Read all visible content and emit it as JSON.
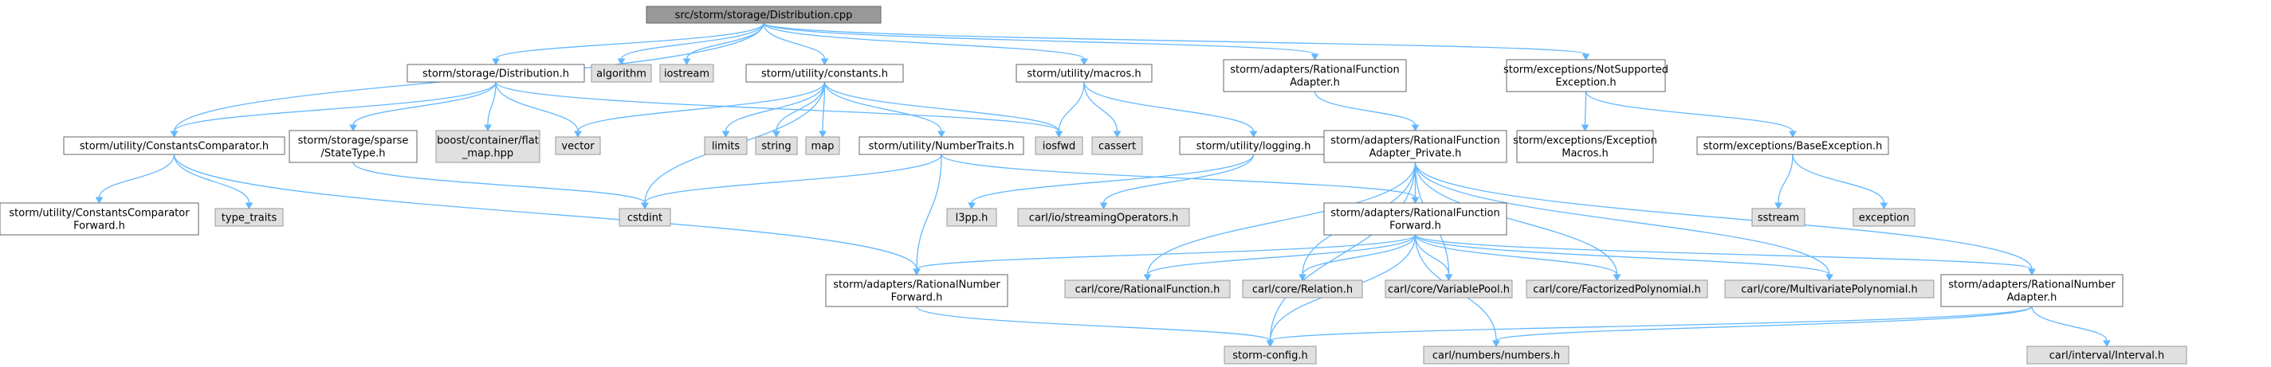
{
  "diagram": {
    "nodes": [
      {
        "id": "distribution_cpp",
        "kind": "main",
        "lines": [
          "src/storm/storage/Distribution.cpp"
        ]
      },
      {
        "id": "distribution_h",
        "kind": "local",
        "lines": [
          "storm/storage/Distribution.h"
        ]
      },
      {
        "id": "algorithm",
        "kind": "system",
        "lines": [
          "algorithm"
        ]
      },
      {
        "id": "iostream",
        "kind": "system",
        "lines": [
          "iostream"
        ]
      },
      {
        "id": "constants_h",
        "kind": "local",
        "lines": [
          "storm/utility/constants.h"
        ]
      },
      {
        "id": "macros_h",
        "kind": "local",
        "lines": [
          "storm/utility/macros.h"
        ]
      },
      {
        "id": "rf_adapter_h",
        "kind": "local",
        "lines": [
          "storm/adapters/RationalFunction",
          "Adapter.h"
        ]
      },
      {
        "id": "notsupported_h",
        "kind": "local",
        "lines": [
          "storm/exceptions/NotSupported",
          "Exception.h"
        ]
      },
      {
        "id": "constcomp_h",
        "kind": "local",
        "lines": [
          "storm/utility/ConstantsComparator.h"
        ]
      },
      {
        "id": "statetype_h",
        "kind": "local",
        "lines": [
          "storm/storage/sparse",
          "/StateType.h"
        ]
      },
      {
        "id": "flatmap",
        "kind": "system",
        "lines": [
          "boost/container/flat",
          "_map.hpp"
        ]
      },
      {
        "id": "vector",
        "kind": "system",
        "lines": [
          "vector"
        ]
      },
      {
        "id": "limits",
        "kind": "system",
        "lines": [
          "limits"
        ]
      },
      {
        "id": "string",
        "kind": "system",
        "lines": [
          "string"
        ]
      },
      {
        "id": "map",
        "kind": "system",
        "lines": [
          "map"
        ]
      },
      {
        "id": "numbertraits_h",
        "kind": "local",
        "lines": [
          "storm/utility/NumberTraits.h"
        ]
      },
      {
        "id": "iosfwd",
        "kind": "system",
        "lines": [
          "iosfwd"
        ]
      },
      {
        "id": "cassert",
        "kind": "system",
        "lines": [
          "cassert"
        ]
      },
      {
        "id": "logging_h",
        "kind": "local",
        "lines": [
          "storm/utility/logging.h"
        ]
      },
      {
        "id": "rf_adapter_private_h",
        "kind": "local",
        "lines": [
          "storm/adapters/RationalFunction",
          "Adapter_Private.h"
        ]
      },
      {
        "id": "exc_macros_h",
        "kind": "local",
        "lines": [
          "storm/exceptions/Exception",
          "Macros.h"
        ]
      },
      {
        "id": "base_exc_h",
        "kind": "local",
        "lines": [
          "storm/exceptions/BaseException.h"
        ]
      },
      {
        "id": "constcomp_fwd_h",
        "kind": "local",
        "lines": [
          "storm/utility/ConstantsComparator",
          "Forward.h"
        ]
      },
      {
        "id": "type_traits",
        "kind": "system",
        "lines": [
          "type_traits"
        ]
      },
      {
        "id": "cstdint",
        "kind": "system",
        "lines": [
          "cstdint"
        ]
      },
      {
        "id": "l3pp",
        "kind": "system",
        "lines": [
          "l3pp.h"
        ]
      },
      {
        "id": "carl_streaming",
        "kind": "system",
        "lines": [
          "carl/io/streamingOperators.h"
        ]
      },
      {
        "id": "rf_forward_h",
        "kind": "local",
        "lines": [
          "storm/adapters/RationalFunction",
          "Forward.h"
        ]
      },
      {
        "id": "sstream",
        "kind": "system",
        "lines": [
          "sstream"
        ]
      },
      {
        "id": "exception",
        "kind": "system",
        "lines": [
          "exception"
        ]
      },
      {
        "id": "rn_forward_h",
        "kind": "local",
        "lines": [
          "storm/adapters/RationalNumber",
          "Forward.h"
        ]
      },
      {
        "id": "carl_rf",
        "kind": "system",
        "lines": [
          "carl/core/RationalFunction.h"
        ]
      },
      {
        "id": "carl_relation",
        "kind": "system",
        "lines": [
          "carl/core/Relation.h"
        ]
      },
      {
        "id": "carl_varpool",
        "kind": "system",
        "lines": [
          "carl/core/VariablePool.h"
        ]
      },
      {
        "id": "carl_factpoly",
        "kind": "system",
        "lines": [
          "carl/core/FactorizedPolynomial.h"
        ]
      },
      {
        "id": "carl_multipoly",
        "kind": "system",
        "lines": [
          "carl/core/MultivariatePolynomial.h"
        ]
      },
      {
        "id": "rn_adapter_h",
        "kind": "local",
        "lines": [
          "storm/adapters/RationalNumber",
          "Adapter.h"
        ]
      },
      {
        "id": "storm_config",
        "kind": "system",
        "lines": [
          "storm-config.h"
        ]
      },
      {
        "id": "carl_numbers",
        "kind": "system",
        "lines": [
          "carl/numbers/numbers.h"
        ]
      },
      {
        "id": "carl_interval",
        "kind": "system",
        "lines": [
          "carl/interval/Interval.h"
        ]
      }
    ],
    "edges": [
      [
        "distribution_cpp",
        "distribution_h"
      ],
      [
        "distribution_cpp",
        "algorithm"
      ],
      [
        "distribution_cpp",
        "iostream"
      ],
      [
        "distribution_cpp",
        "constants_h"
      ],
      [
        "distribution_cpp",
        "macros_h"
      ],
      [
        "distribution_cpp",
        "rf_adapter_h"
      ],
      [
        "distribution_cpp",
        "notsupported_h"
      ],
      [
        "distribution_cpp",
        "constcomp_h"
      ],
      [
        "distribution_h",
        "constcomp_h"
      ],
      [
        "distribution_h",
        "statetype_h"
      ],
      [
        "distribution_h",
        "flatmap"
      ],
      [
        "distribution_h",
        "vector"
      ],
      [
        "distribution_h",
        "iosfwd"
      ],
      [
        "constants_h",
        "vector"
      ],
      [
        "constants_h",
        "limits"
      ],
      [
        "constants_h",
        "string"
      ],
      [
        "constants_h",
        "map"
      ],
      [
        "constants_h",
        "numbertraits_h"
      ],
      [
        "constants_h",
        "iosfwd"
      ],
      [
        "constants_h",
        "cstdint"
      ],
      [
        "macros_h",
        "iosfwd"
      ],
      [
        "macros_h",
        "cassert"
      ],
      [
        "macros_h",
        "logging_h"
      ],
      [
        "rf_adapter_h",
        "rf_adapter_private_h"
      ],
      [
        "notsupported_h",
        "exc_macros_h"
      ],
      [
        "notsupported_h",
        "base_exc_h"
      ],
      [
        "constcomp_h",
        "constcomp_fwd_h"
      ],
      [
        "constcomp_h",
        "type_traits"
      ],
      [
        "constcomp_h",
        "rn_forward_h"
      ],
      [
        "statetype_h",
        "cstdint"
      ],
      [
        "numbertraits_h",
        "cstdint"
      ],
      [
        "numbertraits_h",
        "rn_forward_h"
      ],
      [
        "numbertraits_h",
        "rf_forward_h"
      ],
      [
        "logging_h",
        "l3pp"
      ],
      [
        "logging_h",
        "carl_streaming"
      ],
      [
        "rf_adapter_private_h",
        "rf_forward_h"
      ],
      [
        "rf_adapter_private_h",
        "carl_rf"
      ],
      [
        "rf_adapter_private_h",
        "carl_relation"
      ],
      [
        "rf_adapter_private_h",
        "carl_varpool"
      ],
      [
        "rf_adapter_private_h",
        "carl_factpoly"
      ],
      [
        "rf_adapter_private_h",
        "carl_multipoly"
      ],
      [
        "rf_adapter_private_h",
        "rn_adapter_h"
      ],
      [
        "rf_adapter_private_h",
        "storm_config"
      ],
      [
        "base_exc_h",
        "sstream"
      ],
      [
        "base_exc_h",
        "exception"
      ],
      [
        "rf_forward_h",
        "rn_forward_h"
      ],
      [
        "rf_forward_h",
        "carl_rf"
      ],
      [
        "rf_forward_h",
        "carl_relation"
      ],
      [
        "rf_forward_h",
        "carl_varpool"
      ],
      [
        "rf_forward_h",
        "carl_factpoly"
      ],
      [
        "rf_forward_h",
        "carl_multipoly"
      ],
      [
        "rf_forward_h",
        "rn_adapter_h"
      ],
      [
        "rf_forward_h",
        "storm_config"
      ],
      [
        "rf_forward_h",
        "carl_numbers"
      ],
      [
        "rn_forward_h",
        "storm_config"
      ],
      [
        "rn_adapter_h",
        "storm_config"
      ],
      [
        "rn_adapter_h",
        "carl_numbers"
      ],
      [
        "rn_adapter_h",
        "carl_interval"
      ]
    ]
  }
}
